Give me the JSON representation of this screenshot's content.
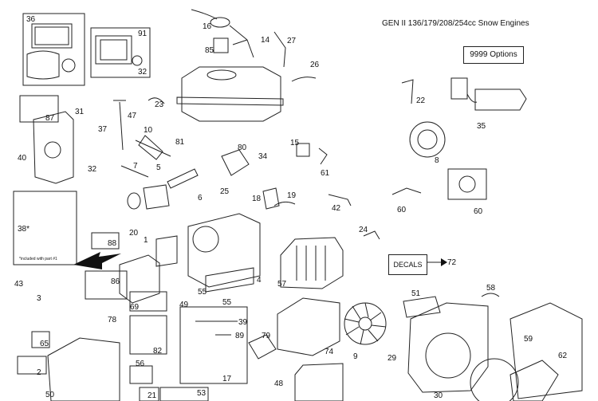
{
  "title": "GEN II 136/179/208/254cc Snow Engines",
  "options_label": "9999  Options",
  "decals_label": "DECALS",
  "decals_number": "72",
  "included_note": "*included with part #1",
  "labels": {
    "l36": "36",
    "l91": "91",
    "l32a": "32",
    "l16": "16",
    "l14": "14",
    "l27": "27",
    "l85": "85",
    "l26": "26",
    "l22": "22",
    "l35": "35",
    "l87": "87",
    "l31": "31",
    "l47": "47",
    "l23": "23",
    "l37": "37",
    "l10": "10",
    "l81": "81",
    "l40": "40",
    "l32b": "32",
    "l7": "7",
    "l5": "5",
    "l80": "80",
    "l15": "15",
    "l34": "34",
    "l61": "61",
    "l8": "8",
    "l6": "6",
    "l25": "25",
    "l18": "18",
    "l19": "19",
    "l42": "42",
    "l60a": "60",
    "l60b": "60",
    "l38": "38*",
    "l20": "20",
    "l88": "88",
    "l1": "1",
    "l24": "24",
    "l86": "86",
    "l4": "4",
    "l57": "57",
    "l43": "43",
    "l3": "3",
    "l49": "49",
    "l55a": "55",
    "l55b": "55",
    "l69": "69",
    "l78": "78",
    "l39": "39",
    "l89": "89",
    "l51": "51",
    "l58": "58",
    "l65": "65",
    "l79": "79",
    "l82": "82",
    "l74": "74",
    "l9": "9",
    "l29": "29",
    "l59": "59",
    "l2": "2",
    "l56": "56",
    "l17": "17",
    "l48": "48",
    "l62": "62",
    "l50": "50",
    "l21": "21",
    "l53": "53",
    "l30": "30"
  }
}
